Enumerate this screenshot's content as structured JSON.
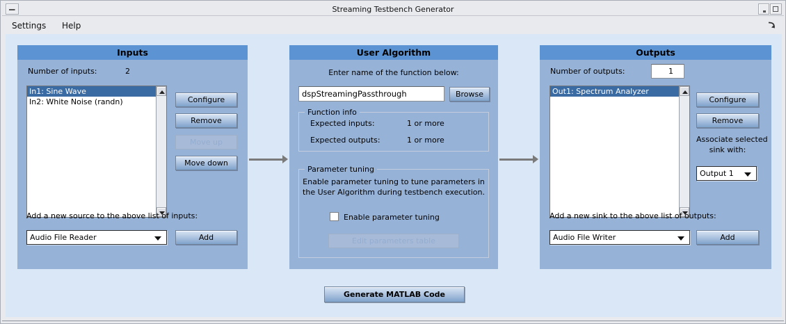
{
  "window": {
    "title": "Streaming Testbench Generator"
  },
  "menu": {
    "settings": "Settings",
    "help": "Help"
  },
  "inputs_panel": {
    "title": "Inputs",
    "count_label": "Number of inputs:",
    "count_value": "2",
    "list_items": [
      {
        "label": "In1: Sine Wave",
        "selected": true
      },
      {
        "label": "In2: White Noise (randn)",
        "selected": false
      }
    ],
    "configure_button": "Configure",
    "remove_button": "Remove",
    "move_up_button": "Move up",
    "move_down_button": "Move down",
    "add_label": "Add a new source to the above list of inputs:",
    "source_dropdown_value": "Audio File Reader",
    "add_button": "Add"
  },
  "algorithm_panel": {
    "title": "User Algorithm",
    "function_label": "Enter name of the function below:",
    "function_name": "dspStreamingPassthrough",
    "browse_button": "Browse",
    "function_info": {
      "legend": "Function info",
      "inputs_label": "Expected inputs:",
      "inputs_value": "1 or more",
      "outputs_label": "Expected outputs:",
      "outputs_value": "1 or more"
    },
    "parameter_tuning": {
      "legend": "Parameter tuning",
      "description_line1": "Enable parameter tuning to tune parameters in",
      "description_line2": "the User Algorithm during testbench execution.",
      "checkbox_label": "Enable parameter tuning",
      "checkbox_checked": false,
      "edit_button": "Edit parameters table"
    }
  },
  "outputs_panel": {
    "title": "Outputs",
    "count_label": "Number of outputs:",
    "count_value": "1",
    "list_items": [
      {
        "label": "Out1: Spectrum Analyzer",
        "selected": true
      }
    ],
    "configure_button": "Configure",
    "remove_button": "Remove",
    "associate_label_line1": "Associate selected",
    "associate_label_line2": "sink with:",
    "associate_dropdown_value": "Output 1",
    "add_label": "Add a new sink to the above list of outputs:",
    "sink_dropdown_value": "Audio File Writer",
    "add_button": "Add"
  },
  "generate_button": "Generate MATLAB Code",
  "colors": {
    "panel_header_blue": "#5c94d3",
    "panel_body_blue": "#97b2d7",
    "content_background": "#d9e7f7",
    "selection_blue": "#3a6ba3",
    "frame_gray": "#e9eaee",
    "arrow_gray": "#7a7a7a"
  }
}
